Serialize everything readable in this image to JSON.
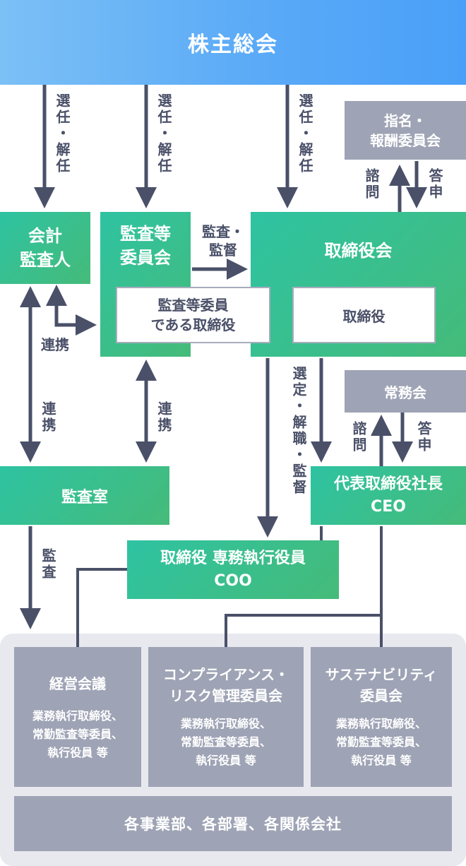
{
  "shareholders": "株主総会",
  "nomination_committee": {
    "line1": "指名・",
    "line2": "報酬委員会"
  },
  "accounting_auditor": {
    "line1": "会計",
    "line2": "監査人"
  },
  "audit_committee": {
    "line1": "監査等",
    "line2": "委員会"
  },
  "audit_member": {
    "line1": "監査等委員",
    "line2": "である取締役"
  },
  "board": "取締役会",
  "director": "取締役",
  "executive_council": "常務会",
  "ceo": {
    "line1": "代表取締役社長",
    "line2": "CEO"
  },
  "audit_office": "監査室",
  "coo": {
    "line1": "取締役 専務執行役員",
    "line2": "COO"
  },
  "management_meeting": {
    "title": "経営会議",
    "members": [
      "業務執行取締役、",
      "常勤監査等委員、",
      "執行役員 等"
    ]
  },
  "compliance_committee": {
    "title_line1": "コンプライアンス・",
    "title_line2": "リスク管理委員会",
    "members": [
      "業務執行取締役、",
      "常勤監査等委員、",
      "執行役員 等"
    ]
  },
  "sustainability_committee": {
    "title_line1": "サステナビリティ",
    "title_line2": "委員会",
    "members": [
      "業務執行取締役、",
      "常勤監査等委員、",
      "執行役員 等"
    ]
  },
  "departments": "各事業部、各部署、各関係会社",
  "labels": {
    "elect_dismiss": "選任・解任",
    "audit_supervise_1": "監査・",
    "audit_supervise_2": "監督",
    "consult": "諮問",
    "report": "答申",
    "cooperate": "連携",
    "appoint_dismiss_audit": "選定・解職・監督",
    "audit": "監査"
  },
  "colors": {
    "banner": "#5aaaf7",
    "green": "#3cc08c",
    "gray_box": "#9ea3b5",
    "line": "#4a5068",
    "bottom_bg": "#e8e9ef"
  }
}
